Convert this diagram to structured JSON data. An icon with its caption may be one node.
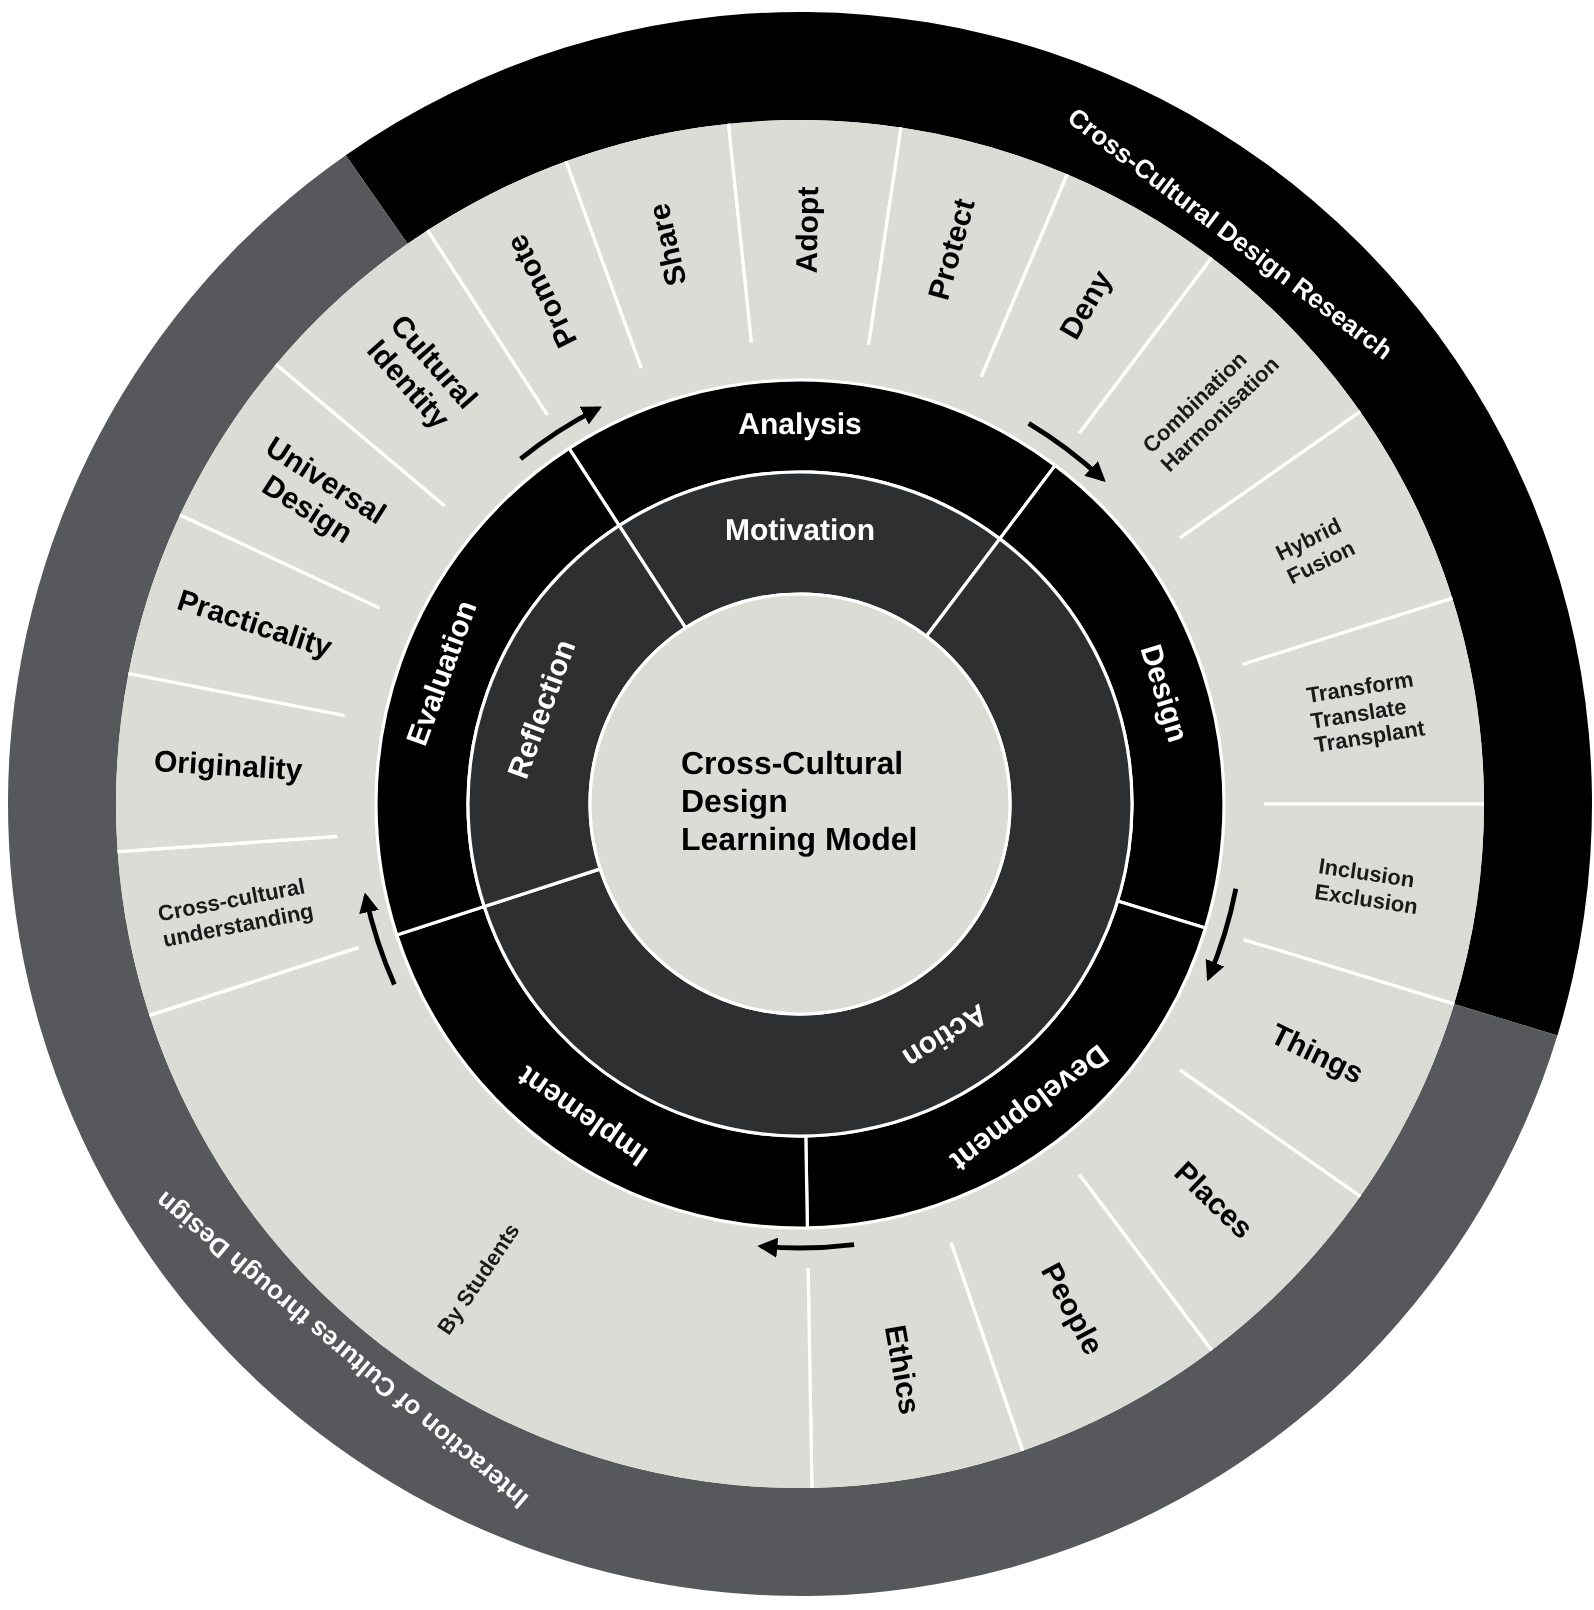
{
  "diagram": {
    "nodes": [
      {
        "text": [
          "Cross-Cultural Design Research"
        ]
      },
      {
        "text": [
          "Interaction of Cultures through Design"
        ]
      },
      {
        "text": [
          "Promote"
        ]
      },
      {
        "text": [
          "Share"
        ]
      },
      {
        "text": [
          "Adopt"
        ]
      },
      {
        "text": [
          "Protect"
        ]
      },
      {
        "text": [
          "Deny"
        ]
      },
      {
        "text": [
          "Combination Harmonisation"
        ]
      },
      {
        "text": [
          "Hybrid Fusion"
        ]
      },
      {
        "text": [
          "Transform Translate Transplant"
        ]
      },
      {
        "text": [
          "Inclusion Exclusion"
        ]
      },
      {
        "text": [
          "Things"
        ]
      },
      {
        "text": [
          "Places"
        ]
      },
      {
        "text": [
          "People"
        ]
      },
      {
        "text": [
          "Ethics"
        ]
      },
      {
        "text": [
          "By Students"
        ]
      },
      {
        "text": [
          "Cross-cultural understanding"
        ]
      },
      {
        "text": [
          "Originality"
        ]
      },
      {
        "text": [
          "Practicality"
        ]
      },
      {
        "text": [
          "Universal Design"
        ]
      },
      {
        "text": [
          "Cultural Identity"
        ]
      },
      {
        "text": [
          "Analysis"
        ]
      },
      {
        "text": [
          "Design"
        ]
      },
      {
        "text": [
          "Development"
        ]
      },
      {
        "text": [
          "Implement"
        ]
      },
      {
        "text": [
          "Evaluation"
        ]
      },
      {
        "text": [
          "Motivation"
        ]
      },
      {
        "text": [
          "Action"
        ]
      },
      {
        "text": [
          "Reflection"
        ]
      },
      {
        "text": [
          "Cross-Cultural Design Learning Model"
        ]
      }
    ],
    "edges": [
      {
        "from": 25,
        "to": 21,
        "arrow": "to"
      },
      {
        "from": 21,
        "to": 22,
        "arrow": "to"
      },
      {
        "from": 22,
        "to": 23,
        "arrow": "to"
      },
      {
        "from": 23,
        "to": 24,
        "arrow": "to"
      },
      {
        "from": 24,
        "to": 25,
        "arrow": "to"
      }
    ]
  }
}
